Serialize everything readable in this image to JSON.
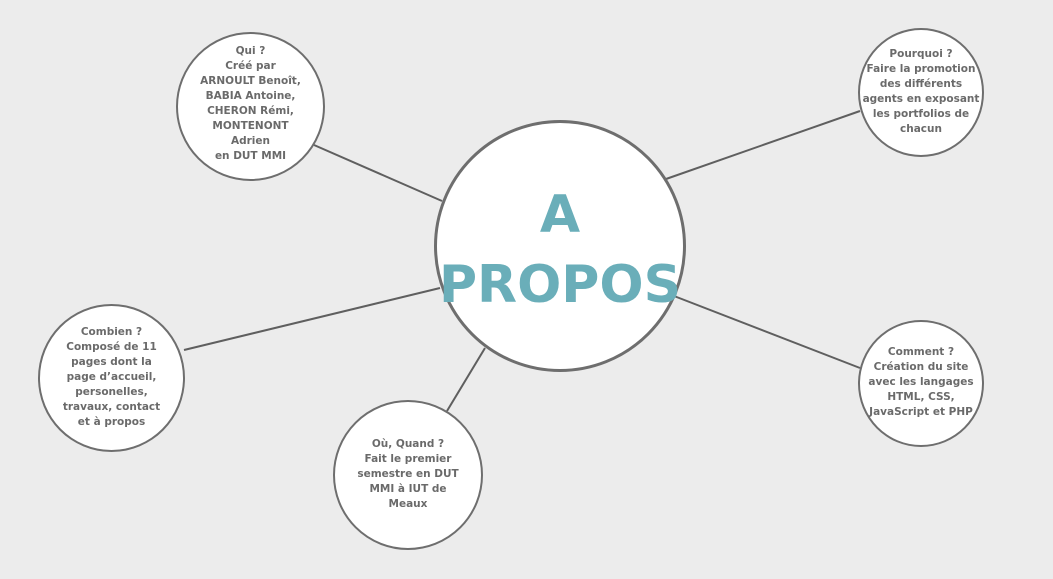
{
  "center": {
    "title": "A\nPROPOS"
  },
  "nodes": {
    "qui": "Qui ?\nCréé par\nARNOULT Benoît,\nBABIA Antoine,\nCHERON Rémi,\nMONTENONT\nAdrien\nen DUT MMI",
    "pourquoi": "Pourquoi ?\nFaire la promotion\ndes différents\nagents en exposant\nles portfolios de\nchacun",
    "combien": "Combien ?\nComposé de 11\npages dont la\npage d’accueil,\npersonelles,\ntravaux, contact\net à propos",
    "ou": "Où, Quand ?\nFait le premier\nsemestre en DUT\nMMI à IUT de\nMeaux",
    "comment": "Comment ?\nCréation du site\navec les langages\nHTML, CSS,\nJavaScript et PHP"
  },
  "colors": {
    "background": "#ececec",
    "title": "#6aaeb9",
    "text": "#6a6a6a",
    "border": "#6e6e6e"
  }
}
